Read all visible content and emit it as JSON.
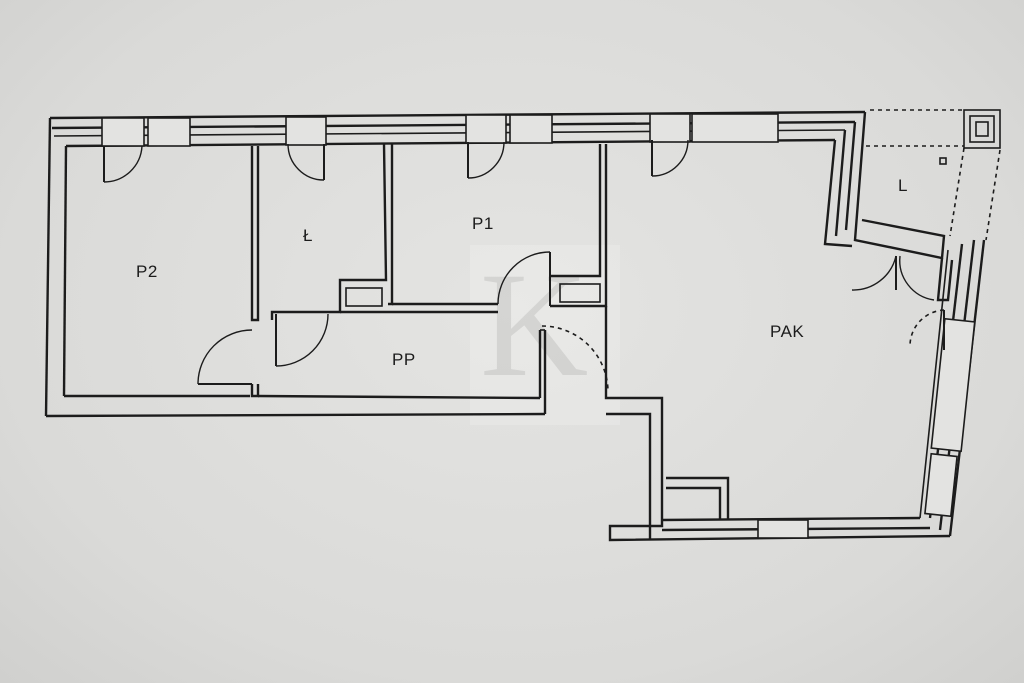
{
  "rooms": {
    "p2": "P2",
    "l_small": "Ł",
    "p1": "P1",
    "pp": "PP",
    "pak": "PAK",
    "l_balcony": "L"
  },
  "watermark": "K"
}
